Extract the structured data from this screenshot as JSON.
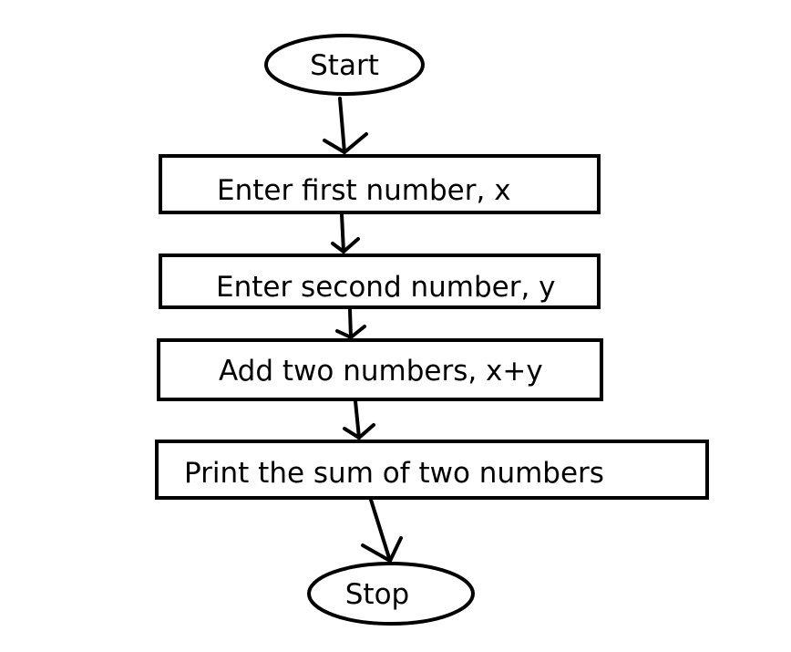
{
  "flowchart": {
    "start": {
      "label": "Start"
    },
    "step1": {
      "label": "Enter first number, x"
    },
    "step2": {
      "label": "Enter second number, y"
    },
    "step3": {
      "label": "Add two numbers, x+y"
    },
    "step4": {
      "label": "Print the sum of two numbers"
    },
    "stop": {
      "label": "Stop"
    }
  },
  "colors": {
    "stroke": "#000000",
    "background": "#ffffff"
  }
}
